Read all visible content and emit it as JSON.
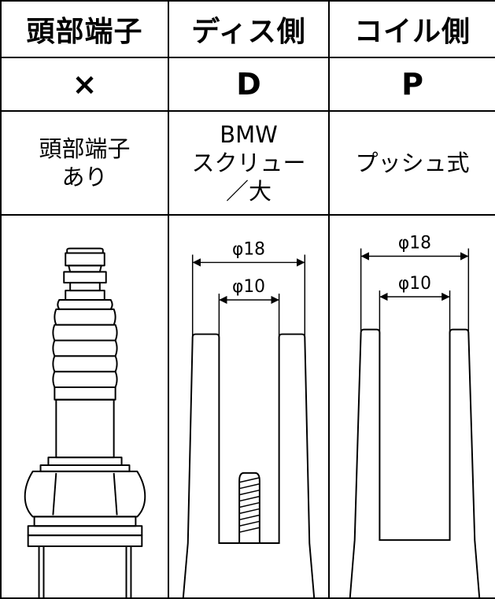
{
  "table": {
    "headers": [
      "頭部端子",
      "ディス側",
      "コイル側"
    ],
    "codes": [
      "×",
      "D",
      "P"
    ],
    "descriptions": [
      [
        "頭部端子",
        "あり"
      ],
      [
        "BMW",
        "スクリュー",
        "／大"
      ],
      [
        "プッシュ式"
      ]
    ]
  },
  "dimensions": {
    "d_outer": "φ18",
    "d_inner": "φ10",
    "p_outer": "φ18",
    "p_inner": "φ10"
  }
}
